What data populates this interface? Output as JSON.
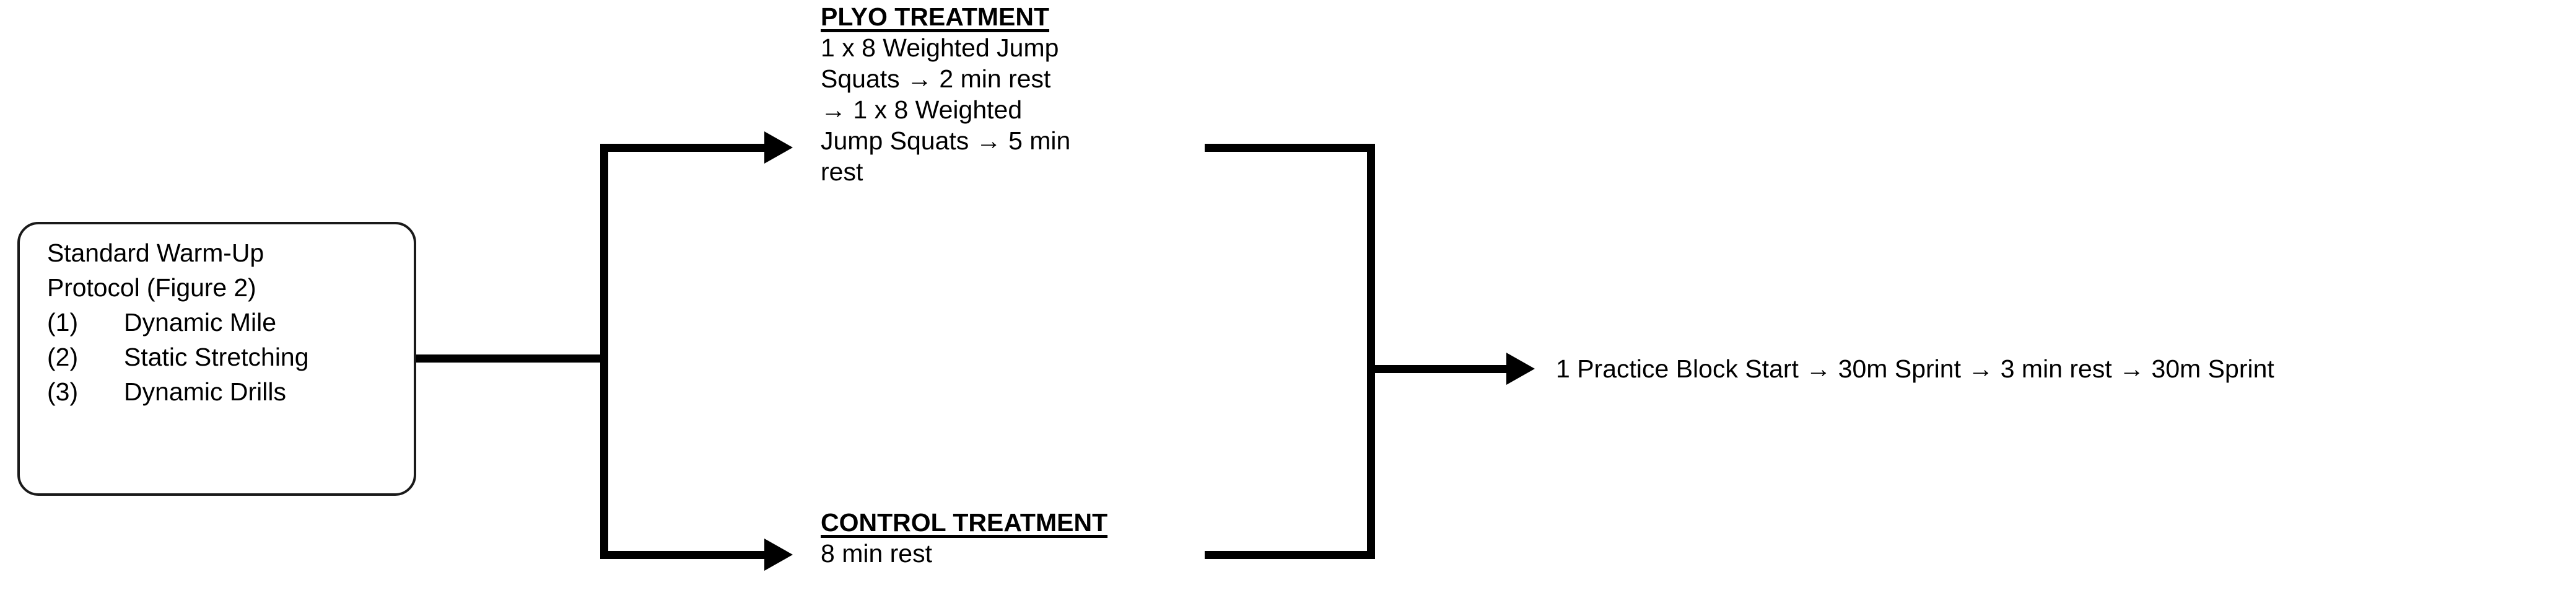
{
  "diagram": {
    "title": "Experimental protocol flow diagram",
    "colors": {
      "stroke": "#000000",
      "box_border": "#1a1a1a",
      "background": "#ffffff"
    },
    "warmup_box": {
      "line1": "Standard Warm-Up",
      "line2": "Protocol (Figure 2)",
      "items": [
        {
          "num": "(1)",
          "text": "Dynamic Mile"
        },
        {
          "num": "(2)",
          "text": "Static Stretching"
        },
        {
          "num": "(3)",
          "text": "Dynamic Drills"
        }
      ]
    },
    "treatments": [
      {
        "id": "plyo",
        "title": "PLYO TREATMENT",
        "lines": [
          "1 x 8 Weighted Jump",
          "Squats → 2 min rest",
          "→ 1 x 8 Weighted",
          "Jump Squats → 5 min",
          "rest"
        ]
      },
      {
        "id": "control",
        "title": "CONTROL TREATMENT",
        "lines": [
          "8 min rest"
        ]
      }
    ],
    "outcome": {
      "text": "1 Practice Block Start → 30m Sprint → 3 min rest → 30m Sprint"
    }
  }
}
